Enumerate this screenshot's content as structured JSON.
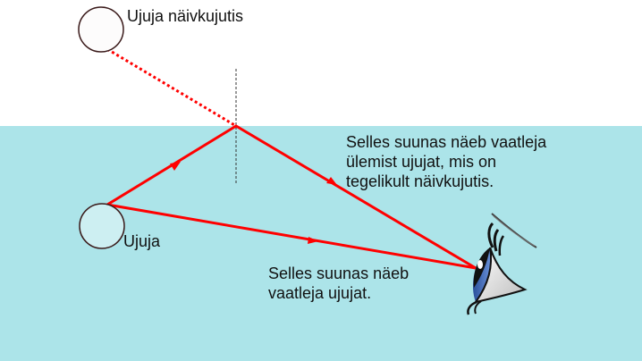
{
  "colors": {
    "air": "#ffffff",
    "water": "#ace4e9",
    "ray": "#ff0000",
    "normal": "#333333",
    "swimmer_fill": "#cdeff2",
    "image_fill": "#fdfcfc",
    "circle_stroke": "#3a1a1a",
    "iris": "#3b6cc4"
  },
  "labels": {
    "virtual_image": "Ujuja näivkujutis",
    "swimmer": "Ujuja",
    "reflected_direction": "Selles suunas näeb vaatleja\nülemist ujujat, mis on\ntegelikult näivkujutis.",
    "direct_direction": "Selles suunas näeb\nvaatleja ujujat."
  },
  "icons": {
    "observer": "eye-icon",
    "ray_direction": "arrow-icon"
  }
}
